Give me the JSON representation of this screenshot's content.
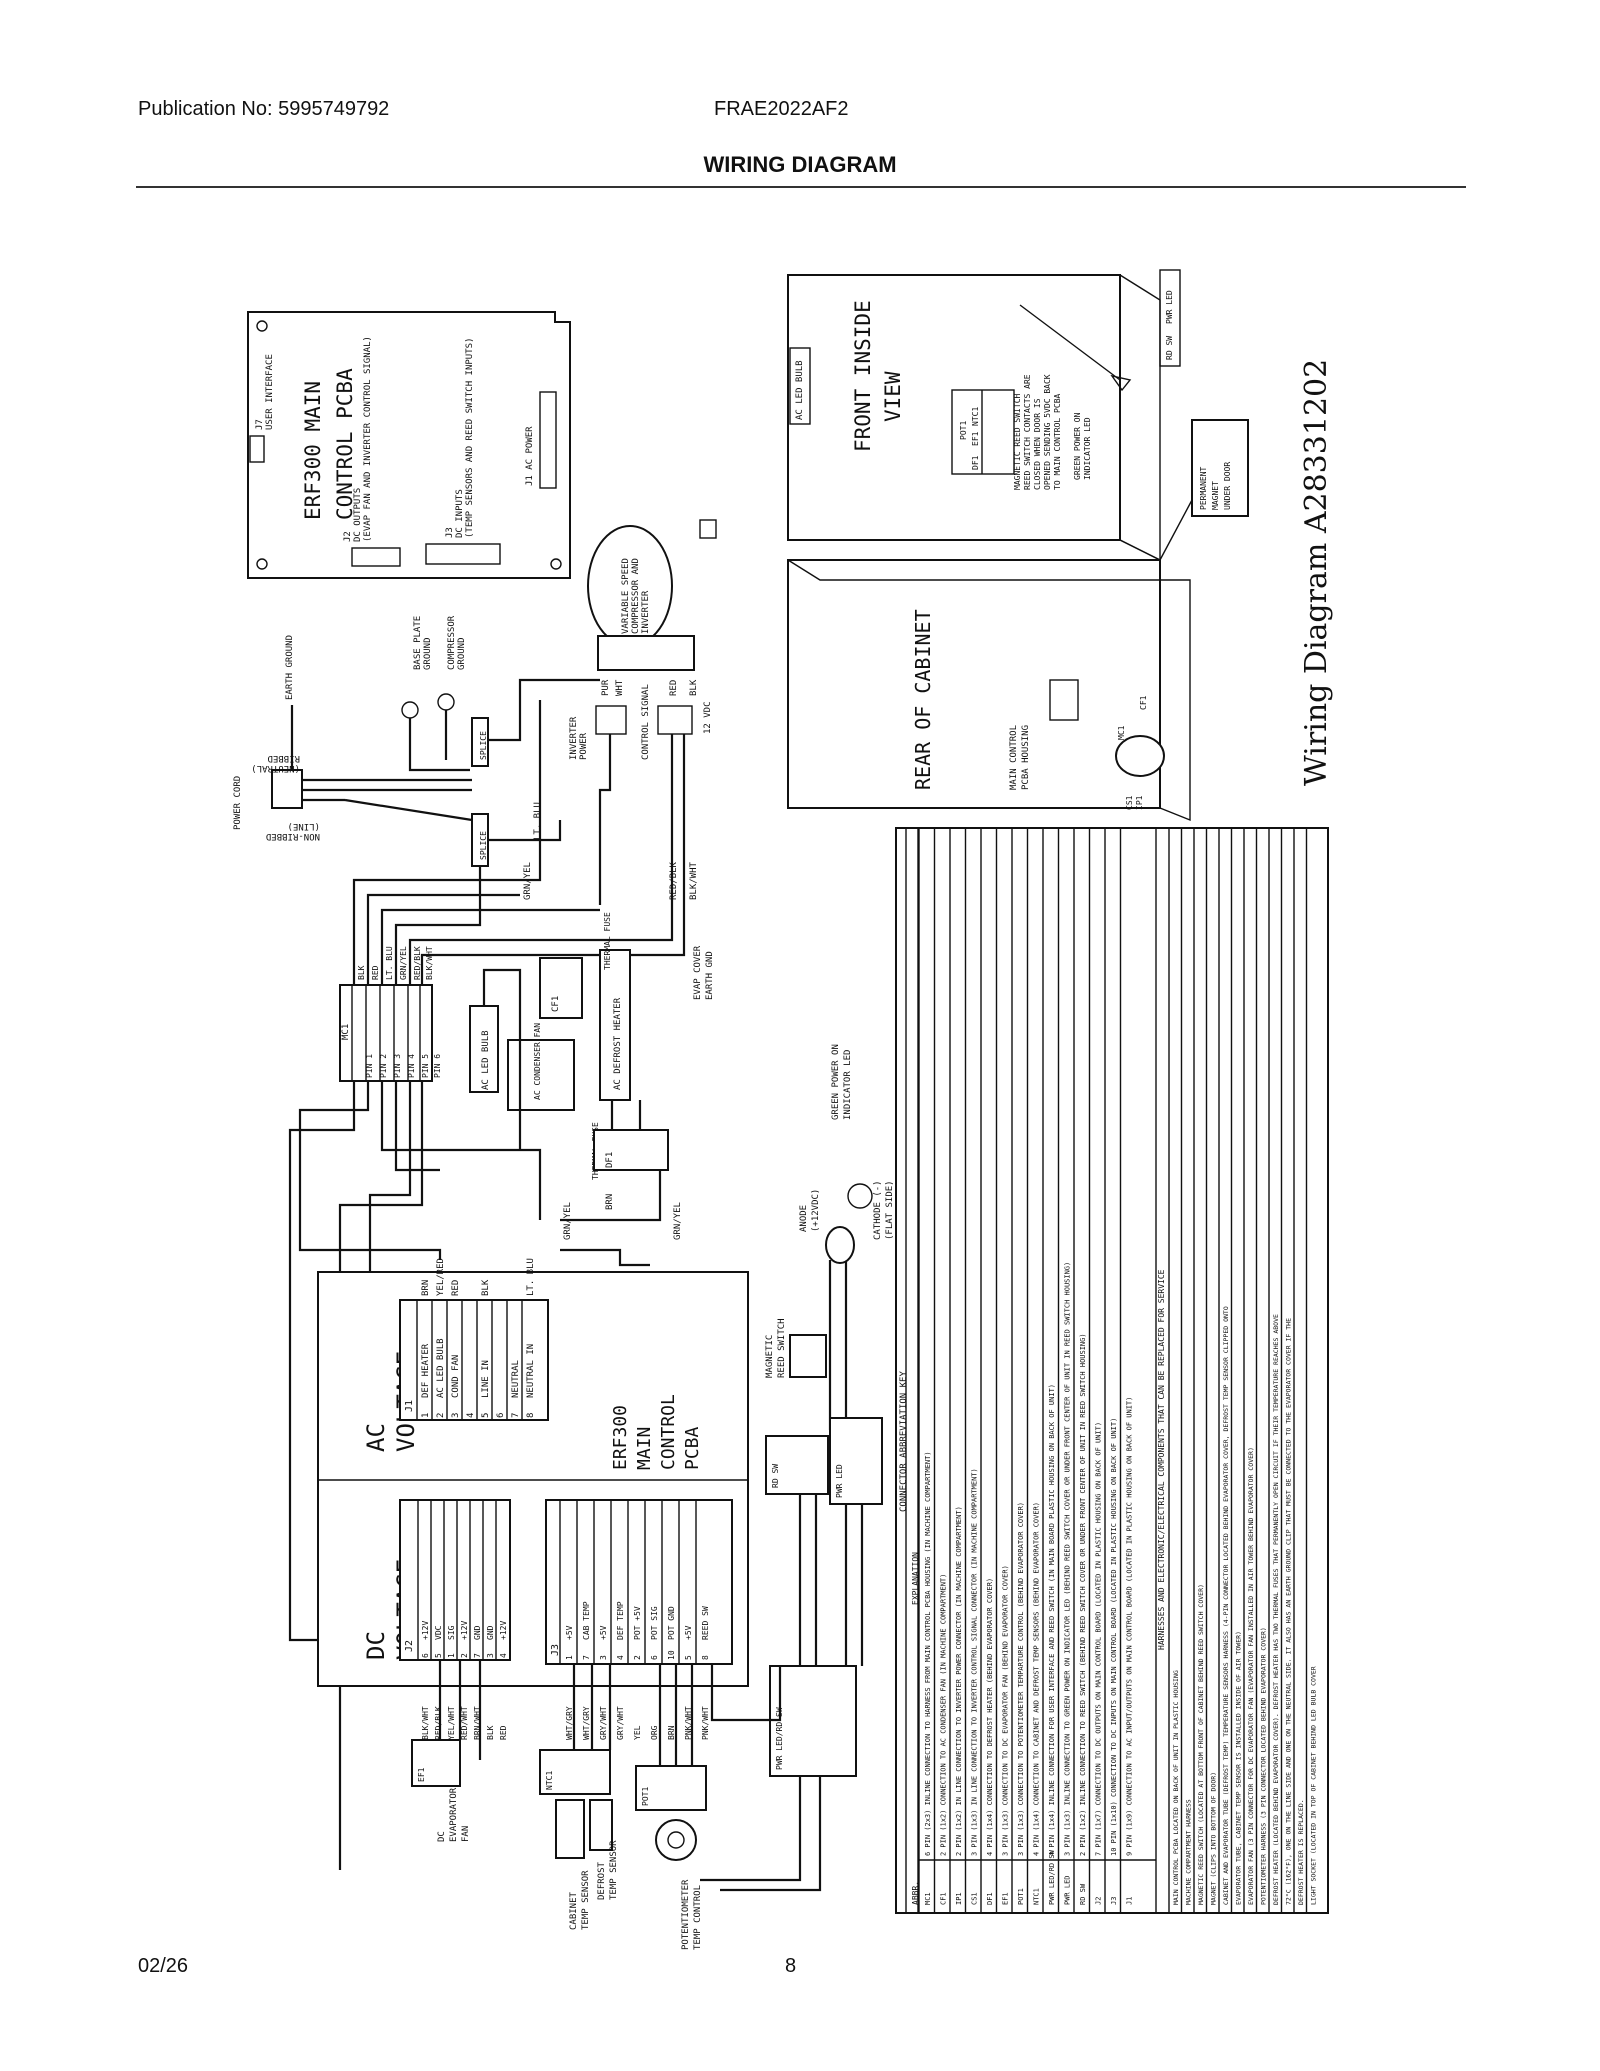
{
  "header": {
    "publication": "Publication No: 5995749792",
    "model": "FRAE2022AF2",
    "title": "WIRING DIAGRAM"
  },
  "footer": {
    "date": "02/26",
    "page": "8"
  },
  "diagram": {
    "stamp": "Wiring Diagram  A28331202",
    "pcba_top": {
      "title1": "ERF300 MAIN",
      "title2": "CONTROL PCBA",
      "j7": "J7",
      "j7_desc": "USER INTERFACE",
      "j2": "J2",
      "j2_desc": "DC OUTPUTS",
      "j2_desc2": "(EVAP FAN AND INVERTER CONTROL SIGNAL)",
      "j3": "J3",
      "j3_desc": "DC INPUTS",
      "j3_desc2": "(TEMP SENSORS AND REED SWITCH INPUTS)",
      "j1": "J1 AC POWER"
    },
    "power": {
      "cord": "POWER CORD",
      "earth": "EARTH GROUND",
      "ribbed": "RIBBED",
      "neutral": "(NEUTRAL)",
      "nonribbed": "NON-RIBBED",
      "line": "(LINE)",
      "ltblu": "LT. BLU",
      "grnyel": "GRN/YEL",
      "blk": "BLK",
      "splice": "SPLICE",
      "base_plate": "BASE PLATE",
      "ground": "GROUND",
      "compressor": "COMPRESSOR"
    },
    "compressor": {
      "l1": "VARIABLE SPEED",
      "l2": "COMPRESSOR AND",
      "l3": "INVERTER",
      "inv_power1": "INVERTER",
      "inv_power2": "POWER",
      "ctrl_signal": "CONTROL SIGNAL",
      "vdc": "12 VDC",
      "red": "RED",
      "blk": "BLK",
      "wht": "WHT",
      "pur": "PUR"
    },
    "connectors": {
      "mc1": "MC1",
      "pins": [
        "PIN 1",
        "PIN 2",
        "PIN 3",
        "PIN 4",
        "PIN 5",
        "PIN 6"
      ],
      "mc1_wires": [
        "BLK",
        "RED",
        "LT. BLU",
        "GRN/YEL",
        "RED/BLK",
        "BLK/WHT"
      ],
      "cf1": "CF1",
      "ac_condenser": "AC CONDENSER FAN",
      "ac_led": "AC LED BULB",
      "def_heater": "AC DEFROST HEATER",
      "thermal_fuse": "THERMAL FUSE",
      "df1": "DF1",
      "evap_cover": "EVAP COVER",
      "earth_gnd": "EARTH GND",
      "green_led1": "GREEN POWER ON",
      "green_led2": "INDICATOR LED",
      "anode1": "ANODE",
      "anode2": "(+12VDC)",
      "cathode1": "CATHODE (-)",
      "cathode2": "(FLAT SIDE)",
      "magnetic1": "MAGNETIC",
      "magnetic2": "REED SWITCH",
      "redblk": "RED/BLK",
      "blkwht": "BLK/WHT",
      "brn": "BRN",
      "grnyel": "GRN/YEL",
      "ltblu": "LT. BLU"
    },
    "pcba_main": {
      "ac_title1": "AC",
      "ac_title2": "VOLTAGE",
      "dc_title1": "DC",
      "dc_title2": "VOLTAGE",
      "name1": "ERF300",
      "name2": "MAIN",
      "name3": "CONTROL",
      "name4": "PCBA",
      "j1": "J1",
      "j1_rows": [
        [
          "1",
          "DEF HEATER",
          "BRN"
        ],
        [
          "2",
          "AC LED BULB",
          "YEL/RED"
        ],
        [
          "3",
          "COND FAN",
          "RED"
        ],
        [
          "4",
          "",
          ""
        ],
        [
          "5",
          "LINE IN",
          "BLK"
        ],
        [
          "6",
          "",
          ""
        ],
        [
          "7",
          "NEUTRAL",
          ""
        ],
        [
          "8",
          "NEUTRAL IN",
          "LT. BLU"
        ]
      ],
      "j2": "J2",
      "j2_rows": [
        [
          "6",
          "+12V",
          "BLK/WHT"
        ],
        [
          "5",
          "VDC",
          "RED/BLK"
        ],
        [
          "1",
          "SIG",
          "YEL/WHT"
        ],
        [
          "2",
          "+12V",
          "RED/WHT"
        ],
        [
          "7",
          "GND",
          "BRN/WHT"
        ],
        [
          "3",
          "GND",
          "BLK"
        ],
        [
          "4",
          "+12V",
          "RED"
        ]
      ],
      "j3": "J3",
      "j3_rows": [
        [
          "1",
          "+5V",
          "WHT/GRY"
        ],
        [
          "7",
          "CAB TEMP",
          "WHT/GRY"
        ],
        [
          "3",
          "+5V",
          "GRY/WHT"
        ],
        [
          "4",
          "DEF TEMP",
          "GRY/WHT"
        ],
        [
          "2",
          "POT +5V",
          "YEL"
        ],
        [
          "6",
          "POT SIG",
          "ORG"
        ],
        [
          "10",
          "POT GND",
          "BRN"
        ],
        [
          "5",
          "+5V",
          "PNK/WHT"
        ],
        [
          "8",
          "REED SW",
          "PNK/WHT"
        ]
      ]
    },
    "sensors": {
      "ef1": "EF1",
      "dc_evap1": "DC",
      "dc_evap2": "EVAPORATOR",
      "dc_evap3": "FAN",
      "ntc1": "NTC1",
      "cabinet1": "CABINET",
      "cabinet2": "TEMP SENSOR",
      "defrost1": "DEFROST",
      "defrost2": "TEMP SENSOR",
      "pot1": "POT1",
      "potentiometer1": "POTENTIOMETER",
      "potentiometer2": "TEMP CONTROL",
      "pwr_led": "PWR LED/RD SW",
      "rd_sw": "RD SW",
      "pwr_led_short": "PWR LED"
    },
    "front_view": {
      "title1": "FRONT INSIDE",
      "title2": "VIEW",
      "ac_led": "AC LED BULB",
      "pot1": "POT1",
      "ntc1": "NTC1",
      "df1": "DF1",
      "ef1": "EF1",
      "reed1": "MAGNETIC REED SWITCH",
      "reed2": "REED SWITCH CONTACTS ARE",
      "reed3": "CLOSED WHEN DOOR IS",
      "reed4": "OPENED SENDING 5VDC BACK",
      "reed5": "TO MAIN CONTROL PCBA",
      "green1": "GREEN POWER ON",
      "green2": "INDICATOR LED",
      "pwr_led": "PWR LED",
      "rd_sw": "RD SW",
      "magnet1": "PERMANENT",
      "magnet2": "MAGNET",
      "magnet3": "UNDER DOOR"
    },
    "rear_view": {
      "title": "REAR OF CABINET",
      "housing1": "MAIN CONTROL",
      "housing2": "PCBA HOUSING",
      "mc1": "MC1",
      "cf1": "CF1",
      "cs1": "CS1",
      "ip1": "IP1"
    },
    "key": {
      "title": "CONNECTOR ABBREVIATION KEY",
      "abbr": "ABBR.",
      "expl": "EXPLANATION",
      "rows": [
        [
          "MC1",
          "6 PIN (2x3) INLINE CONNECTION TO HARNESS FROM MAIN CONTROL PCBA HOUSING (IN MACHINE COMPARTMENT)"
        ],
        [
          "CF1",
          "2 PIN (1x2) CONNECTION TO AC CONDENSER FAN (IN MACHINE COMPARTMENT)"
        ],
        [
          "IP1",
          "2 PIN (1x2) IN LINE CONNECTION TO INVERTER POWER CONNECTOR (IN MACHINE COMPARTMENT)"
        ],
        [
          "CS1",
          "3 PIN (1x3) IN LINE CONNECTION TO INVERTER CONTROL SIGNAL CONNECTOR (IN MACHINE COMPARTMENT)"
        ],
        [
          "DF1",
          "4 PIN (1x4) CONNECTION TO DEFROST HEATER (BEHIND EVAPORATOR COVER)"
        ],
        [
          "EF1",
          "3 PIN (1x3) CONNECTION TO DC EVAPORATOR FAN (BEHIND EVAPORATOR COVER)"
        ],
        [
          "POT1",
          "3 PIN (1x3) CONNECTION TO POTENTIOMETER TEMPARTURE CONTROL (BEHIND EVAPORATOR COVER)"
        ],
        [
          "NTC1",
          "4 PIN (1x4) CONNECTION TO CABINET AND DEFROST TEMP SENSORS (BEHIND EVAPORATOR COVER)"
        ],
        [
          "PWR LED/RD SW",
          "4 PIN (1x4) INLINE CONNECTION FOR USER INTERFACE AND REED SWITCH (IN MAIN BOARD PLASTIC HOUSING ON BACK OF UNIT)"
        ],
        [
          "PWR LED",
          "3 PIN (1x3) INLINE CONNECTION TO GREEN POWER ON INDICATOR LED (BEHIND REED SWITCH COVER OR UNDER FRONT CENTER OF UNIT IN REED SWITCH HOUSING)"
        ],
        [
          "RD SW",
          "2 PIN (1x2) INLINE CONNECTION TO REED SWITCH (BEHIND REED SWITCH COVER OR UNDER FRONT CENTER OF UNIT IN REED SWITCH HOUSING)"
        ],
        [
          "J2",
          "7 PIN (1x7) CONNECTION TO DC OUTPUTS ON MAIN CONTROL BOARD (LOCATED IN PLASTIC HOUSING ON BACK OF UNIT)"
        ],
        [
          "J3",
          "10 PIN (1x10) CONNECTION TO DC INPUTS ON MAIN CONTROL BOARD (LOCATED IN PLASTIC HOUSING ON BACK OF UNIT)"
        ],
        [
          "J1",
          "9 PIN (1x9) CONNECTION TO AC INPUT/OUTPUTS ON MAIN CONTROL BOARD (LOCATED IN PLASTIC HOUSING ON BACK OF UNIT)"
        ]
      ],
      "notes_title": "HARNESSES AND ELECTRONIC/ELECTRICAL COMPONENTS THAT CAN BE REPLACED FOR SERVICE",
      "notes": [
        "MAIN CONTROL PCBA LOCATED ON BACK OF UNIT IN PLASTIC HOUSING",
        "MACHINE COMPARTMENT HARNESS",
        "MAGNETIC REED SWITCH (LOCATED AT BOTTOM FRONT OF CABINET BEHIND REED SWITCH COVER)",
        "MAGNET (CLIPS INTO BOTTOM OF DOOR)",
        "CABINET AND EVAPORATOR TUBE (DEFROST TEMP) TEMPERATURE SENSORS HARNESS (4-PIN CONNECTOR LOCATED BEHIND EVAPORATOR COVER, DEFROST TEMP SENSOR CLIPPED ONTO",
        "EVAPORATOR TUBE, CABINET TEMP SENSOR IS INSTALLED INSIDE OF AIR TOWER)",
        "EVAPORATOR FAN (3 PIN CONNECTOR FOR DC EVAPORATOR FAN (EVAPORATOR FAN INSTALLED IN AIR TOWER BEHIND EVAPORATOR COVER)",
        "POTENTIOMETER HARNESS (3 PIN CONNECTOR LOCATED BEHIND EVAPORATOR COVER)",
        "DEFROST HEATER (LOCATED BEHIND EVAPORATOR COVER). DEFROST HEATER HAS TWO THERMAL FUSES THAT PERMANENTLY OPEN CIRCUIT IF THEIR TEMPERATURE REACHES ABOVE",
        "72°C (162°F), ONE ON THE LINE SIDE AND ONE ON THE NEUTRAL SIDE. IT ALSO HAS AN EARTH GROUND CLIP THAT MUST BE CONNECTED TO THE EVAPORATOR COVER IF THE",
        "DEFROST HEATER IS REPLACED.",
        "LIGHT SOCKET (LOCATED IN TOP OF CABINET BEHIND LED BULB COVER"
      ]
    }
  }
}
